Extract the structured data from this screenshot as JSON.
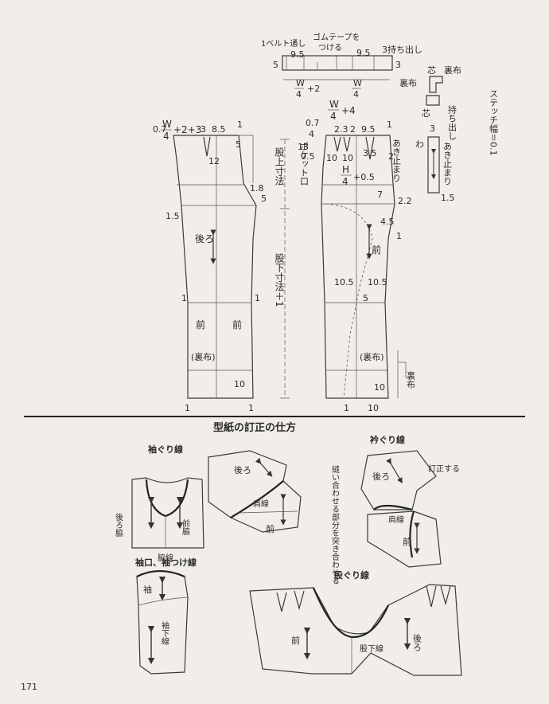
{
  "page_number": "171",
  "waistband": {
    "belt_loop": "1ベルト通し",
    "elastic": "ゴムテープを",
    "elastic2": "つける",
    "left_depth": "5",
    "left_width": "9.5",
    "right_width": "9.5",
    "right_depth": "3",
    "extension": "3持ち出し",
    "w4_plus2": "+2",
    "w4": "W",
    "w4_den": "4"
  },
  "back_piece": {
    "formula_w": "W",
    "formula_den": "4",
    "formula_rest": "+2+3",
    "m_07": "0.7",
    "m_3": "3",
    "m_85": "8.5",
    "m_1": "1",
    "m_5a": "5",
    "m_12": "12",
    "m_18": "1.8",
    "m_5b": "5",
    "m_15": "1.5",
    "label_back": "後ろ",
    "m_1a": "1",
    "m_1b": "1",
    "label_front_l": "前",
    "label_front_r": "前",
    "lining": "(裏布)",
    "m_10": "10",
    "m_1c": "1",
    "m_1d": "1"
  },
  "center_labels": {
    "rise": "股上寸法",
    "inseam": "股下寸法＋1"
  },
  "front_piece": {
    "formula_w": "W",
    "formula_den": "4",
    "formula_rest": "+4",
    "m_07": "0.7",
    "m_4": "4",
    "m_23": "2.3",
    "m_2": "2",
    "m_95": "9.5",
    "m_1": "1",
    "m_13": "13",
    "pocket": "ポケット口",
    "m_05": "0.5",
    "m_10a": "10",
    "m_10b": "10",
    "m_35": "3.5",
    "m_2b": "2",
    "h4": "H",
    "h4_den": "4",
    "h4_rest": "+0.5",
    "opening1": "あき止まり",
    "m_7": "7",
    "m_22": "2.2",
    "m_45": "4.5",
    "label_front": "前",
    "m_1e": "1",
    "m_105a": "10.5",
    "m_105b": "10.5",
    "m_5": "5",
    "lining": "(裏布)",
    "m_10c": "10",
    "m_10d": "10",
    "m_1f": "1",
    "lining_side": "裏布"
  },
  "fly_detail": {
    "core1": "芯",
    "lining1": "裏布",
    "lining2": "裏布",
    "core2": "芯",
    "extension": "持ち出し",
    "m_3": "3",
    "fold": "わ",
    "opening": "あき止まり",
    "m_15": "1.5",
    "stitch": "ステッチ幅＝0.1"
  },
  "section": {
    "title": "型紙の訂正の仕方"
  },
  "armhole": {
    "title": "袖ぐり線",
    "back": "後ろ",
    "front": "前",
    "side_seam": "脇線",
    "back_side": "後ろ脇",
    "front_side": "前脇",
    "shoulder": "肩線",
    "back2": "後ろ",
    "front2": "前"
  },
  "neckline": {
    "title": "衿ぐり線",
    "correct": "訂正する",
    "note": "縫い合わせる部分を突き合わせる",
    "back": "後ろ",
    "front": "前",
    "shoulder": "肩線"
  },
  "sleeve": {
    "title": "袖口、袖つけ線",
    "sleeve": "袖",
    "underarm": "袖下線"
  },
  "crotch": {
    "title": "股ぐり線",
    "front": "前",
    "back": "後ろ",
    "inseam": "股下線"
  }
}
